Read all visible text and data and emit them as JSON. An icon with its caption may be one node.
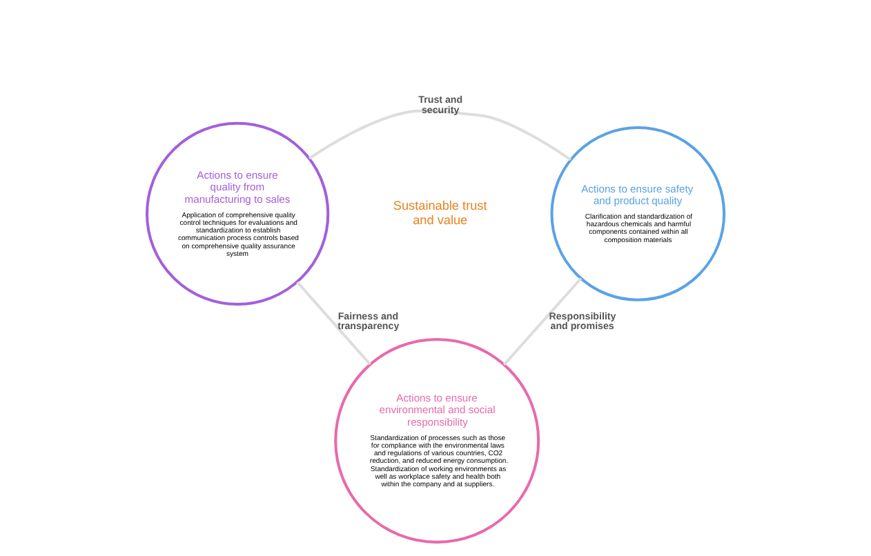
{
  "diagram": {
    "nodes": [
      {
        "text": [
          "Actions to ensure quality from manufacturing to sales",
          "Application of comprehensive quality control techniques for evaluations and standardization to establish communication process controls based on comprehensive quality assurance system"
        ]
      },
      {
        "text": [
          "Actions to ensure safety and product quality",
          "Clarification and standardization of hazardous chemicals and harmful components contained within all composition materials"
        ]
      },
      {
        "text": [
          "Actions to ensure environmental and social responsibility",
          "Standardization of processes such as those for compliance with the environmental laws and regulations of various countries, CO2 reduction, and reduced energy consumption. Standardization of working environments as well as workplace safety and health both within the company and at suppliers."
        ]
      }
    ],
    "edges": [
      {
        "from": 0,
        "to": 1,
        "arrow": "none",
        "label": "Trust and security"
      },
      {
        "from": 0,
        "to": 2,
        "arrow": "none",
        "label": "Fairness and transparency"
      },
      {
        "from": 1,
        "to": 2,
        "arrow": "none",
        "label": "Responsibility and promises"
      }
    ],
    "labels": [
      "Sustainable trust and value"
    ]
  }
}
